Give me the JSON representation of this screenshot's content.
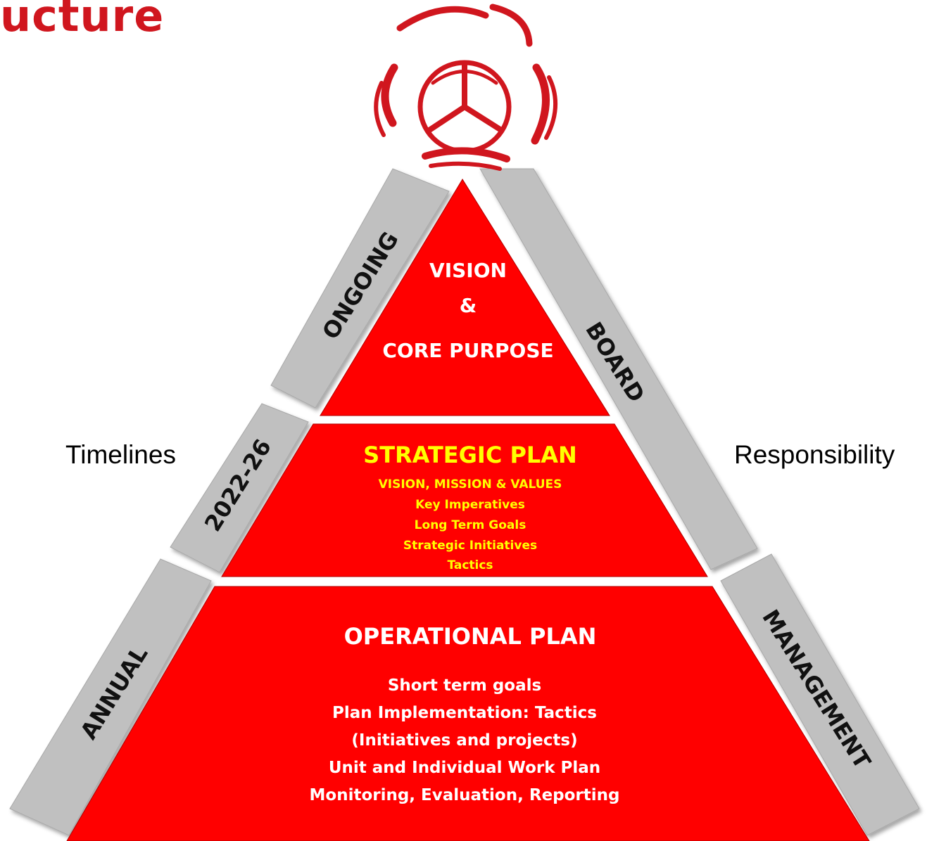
{
  "header": {
    "partial_title": "ucture"
  },
  "side_labels": {
    "left": "Timelines",
    "right": "Responsibility"
  },
  "timeline_bands": [
    "ONGOING",
    "2022-26",
    "ANNUAL"
  ],
  "responsibility_bands": [
    "BOARD",
    "MANAGEMENT"
  ],
  "tiers": {
    "top": {
      "line1": "VISION",
      "line2": "&",
      "line3": "CORE PURPOSE"
    },
    "middle": {
      "title": "STRATEGIC PLAN",
      "items": [
        "VISION, MISSION & VALUES",
        "Key Imperatives",
        "Long Term Goals",
        "Strategic Initiatives",
        "Tactics"
      ]
    },
    "bottom": {
      "title": "OPERATIONAL PLAN",
      "items": [
        "Short term goals",
        "Plan Implementation: Tactics",
        "(Initiatives and projects)",
        "Unit and Individual Work Plan",
        "Monitoring, Evaluation, Reporting"
      ]
    }
  },
  "colors": {
    "pyramid": "#ff0000",
    "band": "#c0c0c0",
    "logo": "#d0161e",
    "title_text": "#ffff00",
    "body_text": "#ffffff"
  }
}
